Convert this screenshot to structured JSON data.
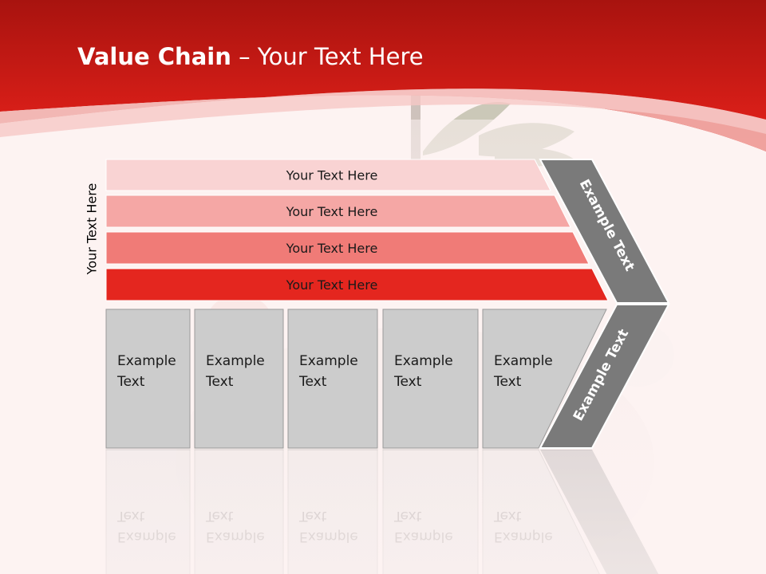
{
  "slide": {
    "title_bold": "Value Chain",
    "title_rest": " – Your Text Here",
    "side_label": "Your Text Here"
  },
  "bands": [
    {
      "label": "Your Text Here",
      "color": "#f9d3d3"
    },
    {
      "label": "Your Text Here",
      "color": "#f5a7a5"
    },
    {
      "label": "Your Text Here",
      "color": "#f07b77"
    },
    {
      "label": "Your Text Here",
      "color": "#e4261f"
    }
  ],
  "boxes": [
    {
      "line1": "Example",
      "line2": "Text"
    },
    {
      "line1": "Example",
      "line2": "Text"
    },
    {
      "line1": "Example",
      "line2": "Text"
    },
    {
      "line1": "Example",
      "line2": "Text"
    },
    {
      "line1": "Example",
      "line2": "Text"
    }
  ],
  "chevron": {
    "upper_label": "Example Text",
    "lower_label": "Example Text"
  },
  "colors": {
    "header_red": "#d81c18",
    "box_gray": "#cccccc",
    "chevron_gray": "#7a7a7a"
  }
}
